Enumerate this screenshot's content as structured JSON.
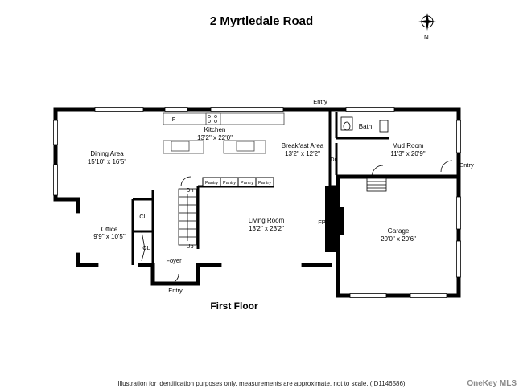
{
  "title": "2 Myrtledale Road",
  "compass": {
    "label": "N"
  },
  "floor_label": "First Floor",
  "disclaimer": "Illustration for identification purposes only, measurements are approximate, not to scale. (ID1146586)",
  "watermark": "OneKey MLS",
  "rooms": {
    "kitchen": {
      "name": "Kitchen",
      "size": "13'2\" x 22'0\""
    },
    "dining": {
      "name": "Dining Area",
      "size": "15'10\" x 16'5\""
    },
    "breakfast": {
      "name": "Breakfast Area",
      "size": "13'2\" x 12'2\""
    },
    "bath": {
      "name": "Bath"
    },
    "mudroom": {
      "name": "Mud Room",
      "size": "11'3\" x 20'9\""
    },
    "office": {
      "name": "Office",
      "size": "9'9\" x 10'5\""
    },
    "living": {
      "name": "Living Room",
      "size": "13'2\" x 23'2\""
    },
    "garage": {
      "name": "Garage",
      "size": "20'0\" x 20'6\""
    }
  },
  "labels": {
    "entry_top": "Entry",
    "entry_right": "Entry",
    "entry_bottom": "Entry",
    "foyer": "Foyer",
    "fp": "FP",
    "dn_stair": "Dn",
    "up_stair": "Up",
    "dn_mud": "Dn",
    "cl_upper": "CL",
    "cl_lower": "CL",
    "fridge": "F",
    "pantries": [
      "Pantry",
      "Pantry",
      "Pantry",
      "Pantry"
    ]
  }
}
